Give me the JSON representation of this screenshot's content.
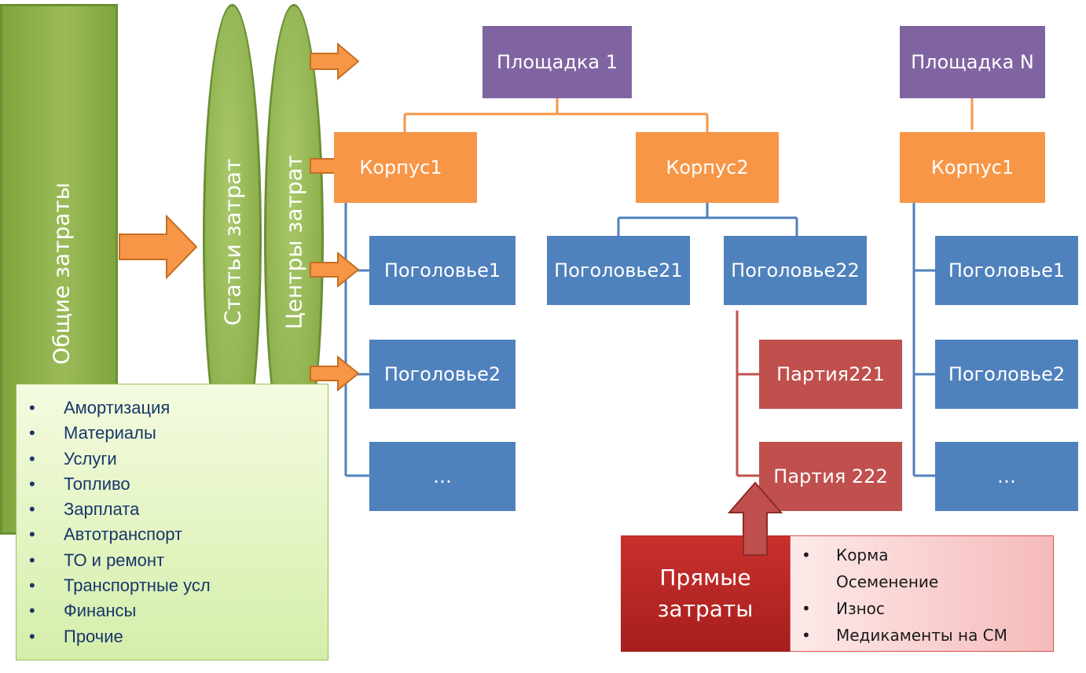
{
  "general_costs": {
    "label": "Общие затраты"
  },
  "cost_items": {
    "label": "Статьи затрат",
    "items": [
      "Амортизация",
      "Материалы",
      "Услуги",
      "Топливо",
      "Зарплата",
      "Автотранспорт",
      "ТО и ремонт",
      "Транспортные усл",
      "Финансы",
      "Прочие"
    ]
  },
  "cost_centers": {
    "label": "Центры затрат"
  },
  "site1": {
    "label": "Площадка 1",
    "building1": {
      "label": "Корпус1",
      "children": [
        "Поголовье1",
        "Поголовье2",
        "…"
      ]
    },
    "building2": {
      "label": "Корпус2",
      "herd21": "Поголовье21",
      "herd22": {
        "label": "Поголовье22",
        "batches": [
          "Партия221",
          "Партия 222"
        ]
      }
    }
  },
  "siteN": {
    "label": "Площадка N",
    "building1": {
      "label": "Корпус1",
      "children": [
        "Поголовье1",
        "Поголовье2",
        "…"
      ]
    }
  },
  "direct_costs": {
    "label_line1": "Прямые",
    "label_line2": "затраты",
    "items": [
      {
        "text": "Корма",
        "bullet": true
      },
      {
        "text": "Осеменение",
        "bullet": false
      },
      {
        "text": "Износ",
        "bullet": true
      },
      {
        "text": "Медикаменты на СМ",
        "bullet": true
      }
    ]
  },
  "colors": {
    "site": "#8064A2",
    "building": "#F79646",
    "herd": "#4F81BD",
    "batch": "#C0504D",
    "green": "#9BBB59",
    "connector_orange": "#F79646",
    "connector_blue": "#4F81BD",
    "connector_red": "#C0504D"
  }
}
